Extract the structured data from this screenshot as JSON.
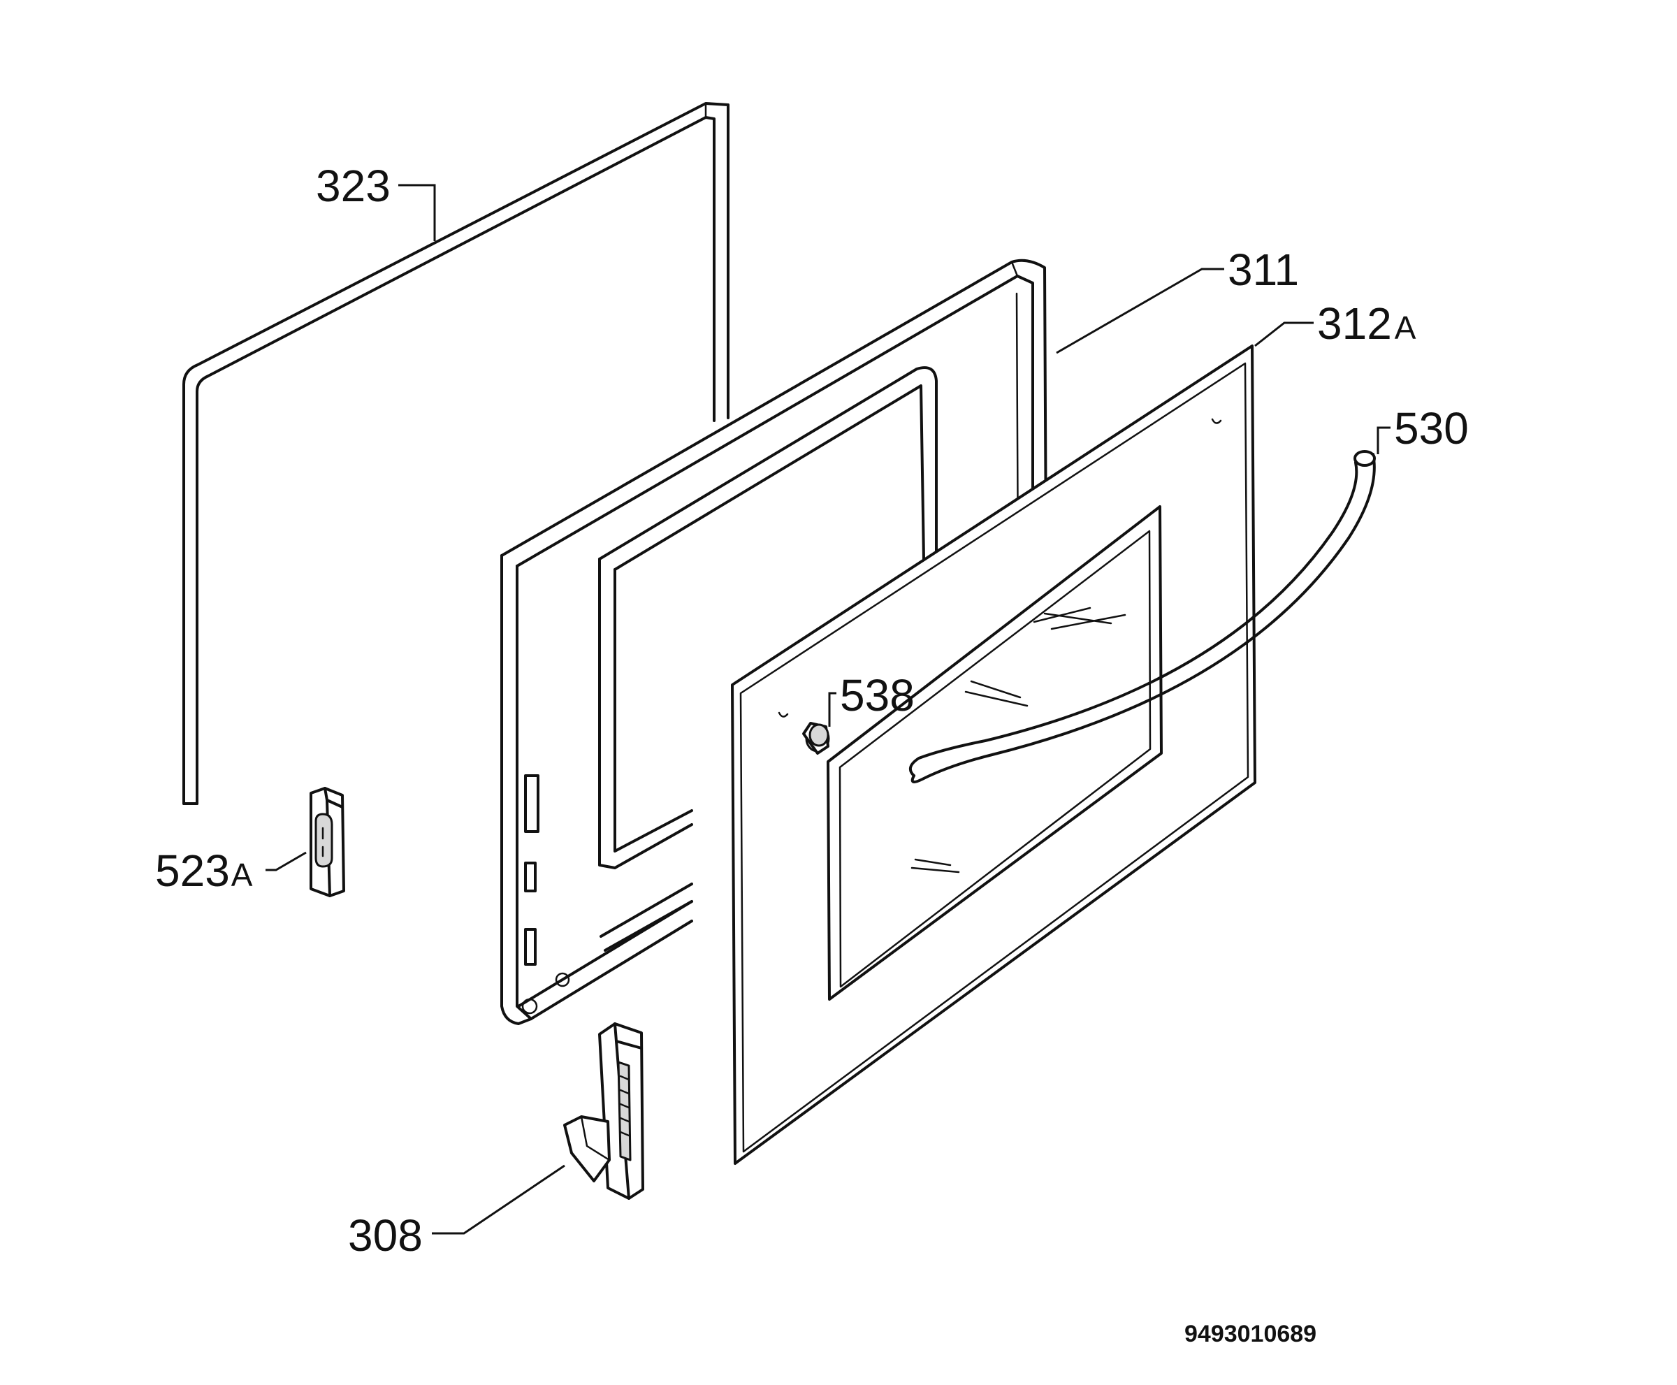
{
  "diagram": {
    "callouts": {
      "door_seal": "323",
      "door_inner_frame": "311",
      "outer_glass_panel": "312",
      "outer_glass_suffix": "A",
      "door_handle": "530",
      "handle_spacer": "538",
      "door_catch_plate": "523",
      "door_catch_suffix": "A",
      "door_hinge": "308"
    },
    "document_number": "9493010689"
  }
}
